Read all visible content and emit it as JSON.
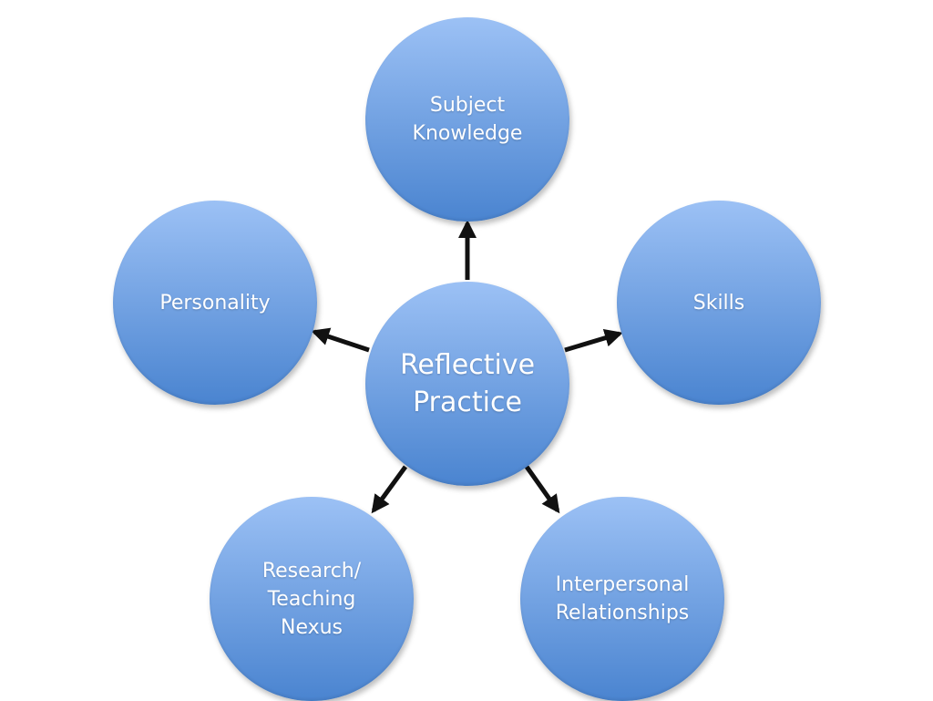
{
  "diagram": {
    "colors": {
      "node_top": "#9cc1f5",
      "node_bottom": "#4a84d0",
      "arrow": "#111111",
      "text": "#ffffff"
    },
    "center": {
      "lines": [
        "Reflective",
        "Practice"
      ]
    },
    "nodes": [
      {
        "id": "subject",
        "lines": [
          "Subject",
          "Knowledge"
        ]
      },
      {
        "id": "personality",
        "lines": [
          "Personality"
        ]
      },
      {
        "id": "skills",
        "lines": [
          "Skills"
        ]
      },
      {
        "id": "research",
        "lines": [
          "Research/",
          "Teaching",
          "Nexus"
        ]
      },
      {
        "id": "interpersonal",
        "lines": [
          "Interpersonal",
          "Relationships"
        ]
      }
    ],
    "edges": [
      {
        "from": "center",
        "to": "subject"
      },
      {
        "from": "center",
        "to": "personality"
      },
      {
        "from": "center",
        "to": "skills"
      },
      {
        "from": "center",
        "to": "research"
      },
      {
        "from": "center",
        "to": "interpersonal"
      }
    ]
  }
}
